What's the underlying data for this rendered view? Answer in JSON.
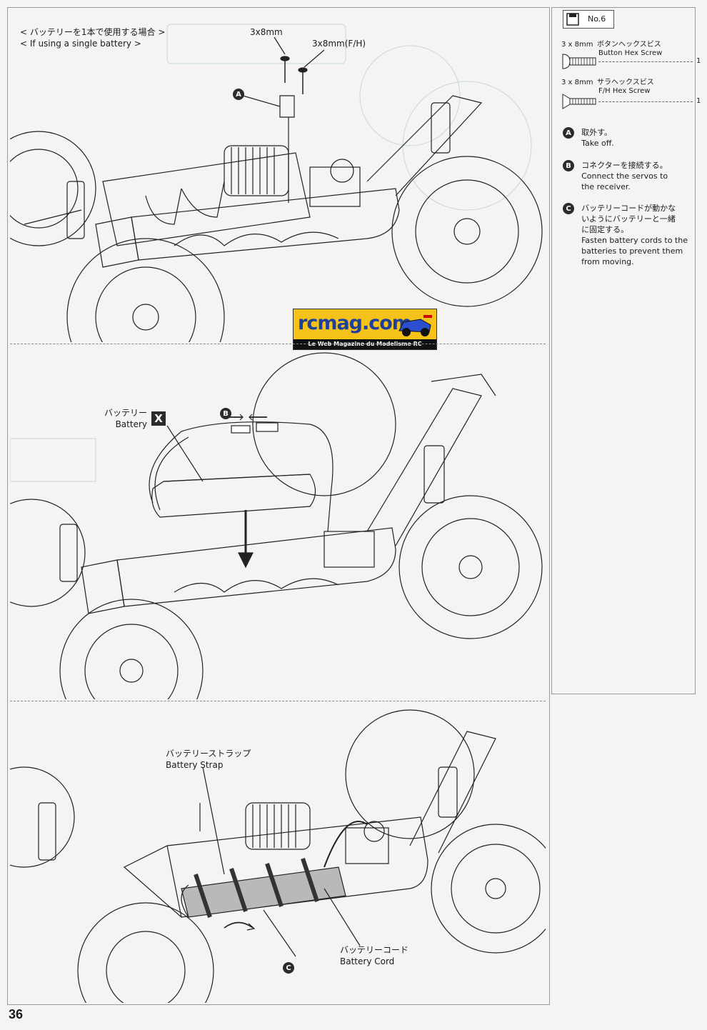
{
  "page_number": "36",
  "panel1": {
    "jp_heading": "< バッテリーを1本で使用する場合 >",
    "en_heading": "< If using a single battery >",
    "screw1_label": "3x8mm",
    "screw2_label": "3x8mm(F/H)",
    "callout_a": "A"
  },
  "panel2": {
    "battery_jp": "バッテリー",
    "battery_en": "Battery",
    "battery_tag": "X",
    "callout_b": "B"
  },
  "panel3": {
    "strap_jp": "バッテリーストラップ",
    "strap_en": "Battery Strap",
    "cord_jp": "バッテリーコード",
    "cord_en": "Battery Cord",
    "callout_c": "C"
  },
  "logo": {
    "main": "rcmag.com",
    "sub": "Le Web Magazine du Modelisme RC"
  },
  "sidebar": {
    "parts_bag": "No.6",
    "parts": [
      {
        "size": "3 x 8mm",
        "jp": "ボタンヘックスビス",
        "en": "Button Hex Screw",
        "qty": "1"
      },
      {
        "size": "3 x 8mm",
        "jp": "サラヘックスビス",
        "en": "F/H Hex Screw",
        "qty": "1"
      }
    ],
    "steps": [
      {
        "letter": "A",
        "jp": "取外す。",
        "en": "Take off."
      },
      {
        "letter": "B",
        "jp": "コネクターを接続する。",
        "en1": "Connect the servos to",
        "en2": "the receiver."
      },
      {
        "letter": "C",
        "jp1": "バッテリーコードが動かな",
        "jp2": "いようにバッテリーと一緒",
        "jp3": "に固定する。",
        "en1": "Fasten battery cords to the",
        "en2": "batteries to prevent them",
        "en3": "from moving."
      }
    ]
  }
}
